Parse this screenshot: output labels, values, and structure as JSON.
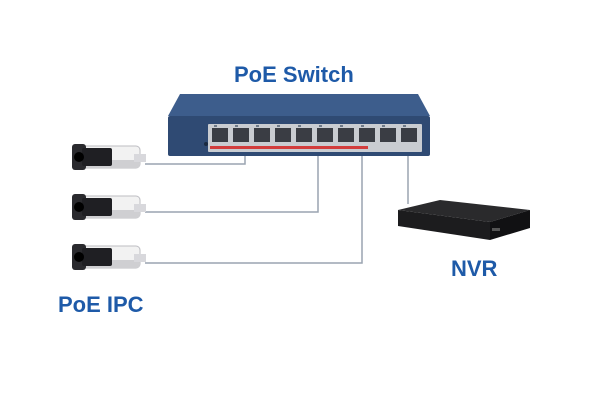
{
  "labels": {
    "switch": "PoE Switch",
    "nvr": "NVR",
    "ipc": "PoE IPC"
  },
  "colors": {
    "label_blue": "#1e5aa8",
    "switch_body": "#3d5d8c",
    "switch_body_dark": "#2f4a73",
    "cable": "#9aa4b0",
    "poe_stripe": "#d23c3c",
    "nvr_body": "#1c1c1e",
    "camera_body": "#f2f2f2",
    "camera_shade": "#cfcfd2",
    "camera_dark": "#2a2a2e"
  }
}
